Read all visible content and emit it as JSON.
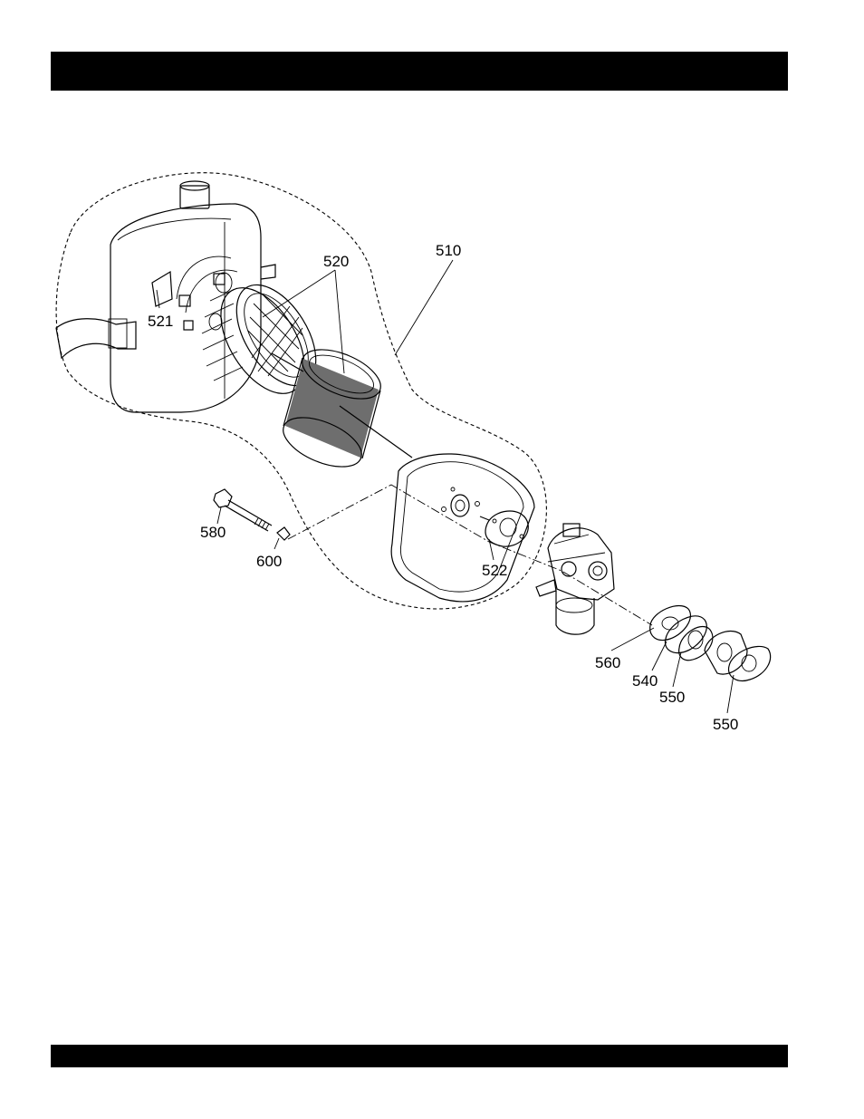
{
  "callouts": {
    "c510": "510",
    "c520": "520",
    "c521": "521",
    "c522": "522",
    "c580": "580",
    "c600": "600",
    "c560": "560",
    "c540": "540",
    "c550a": "550",
    "c550b": "550"
  },
  "colors": {
    "bars": "#000000",
    "foam": "#6e6e6e"
  }
}
